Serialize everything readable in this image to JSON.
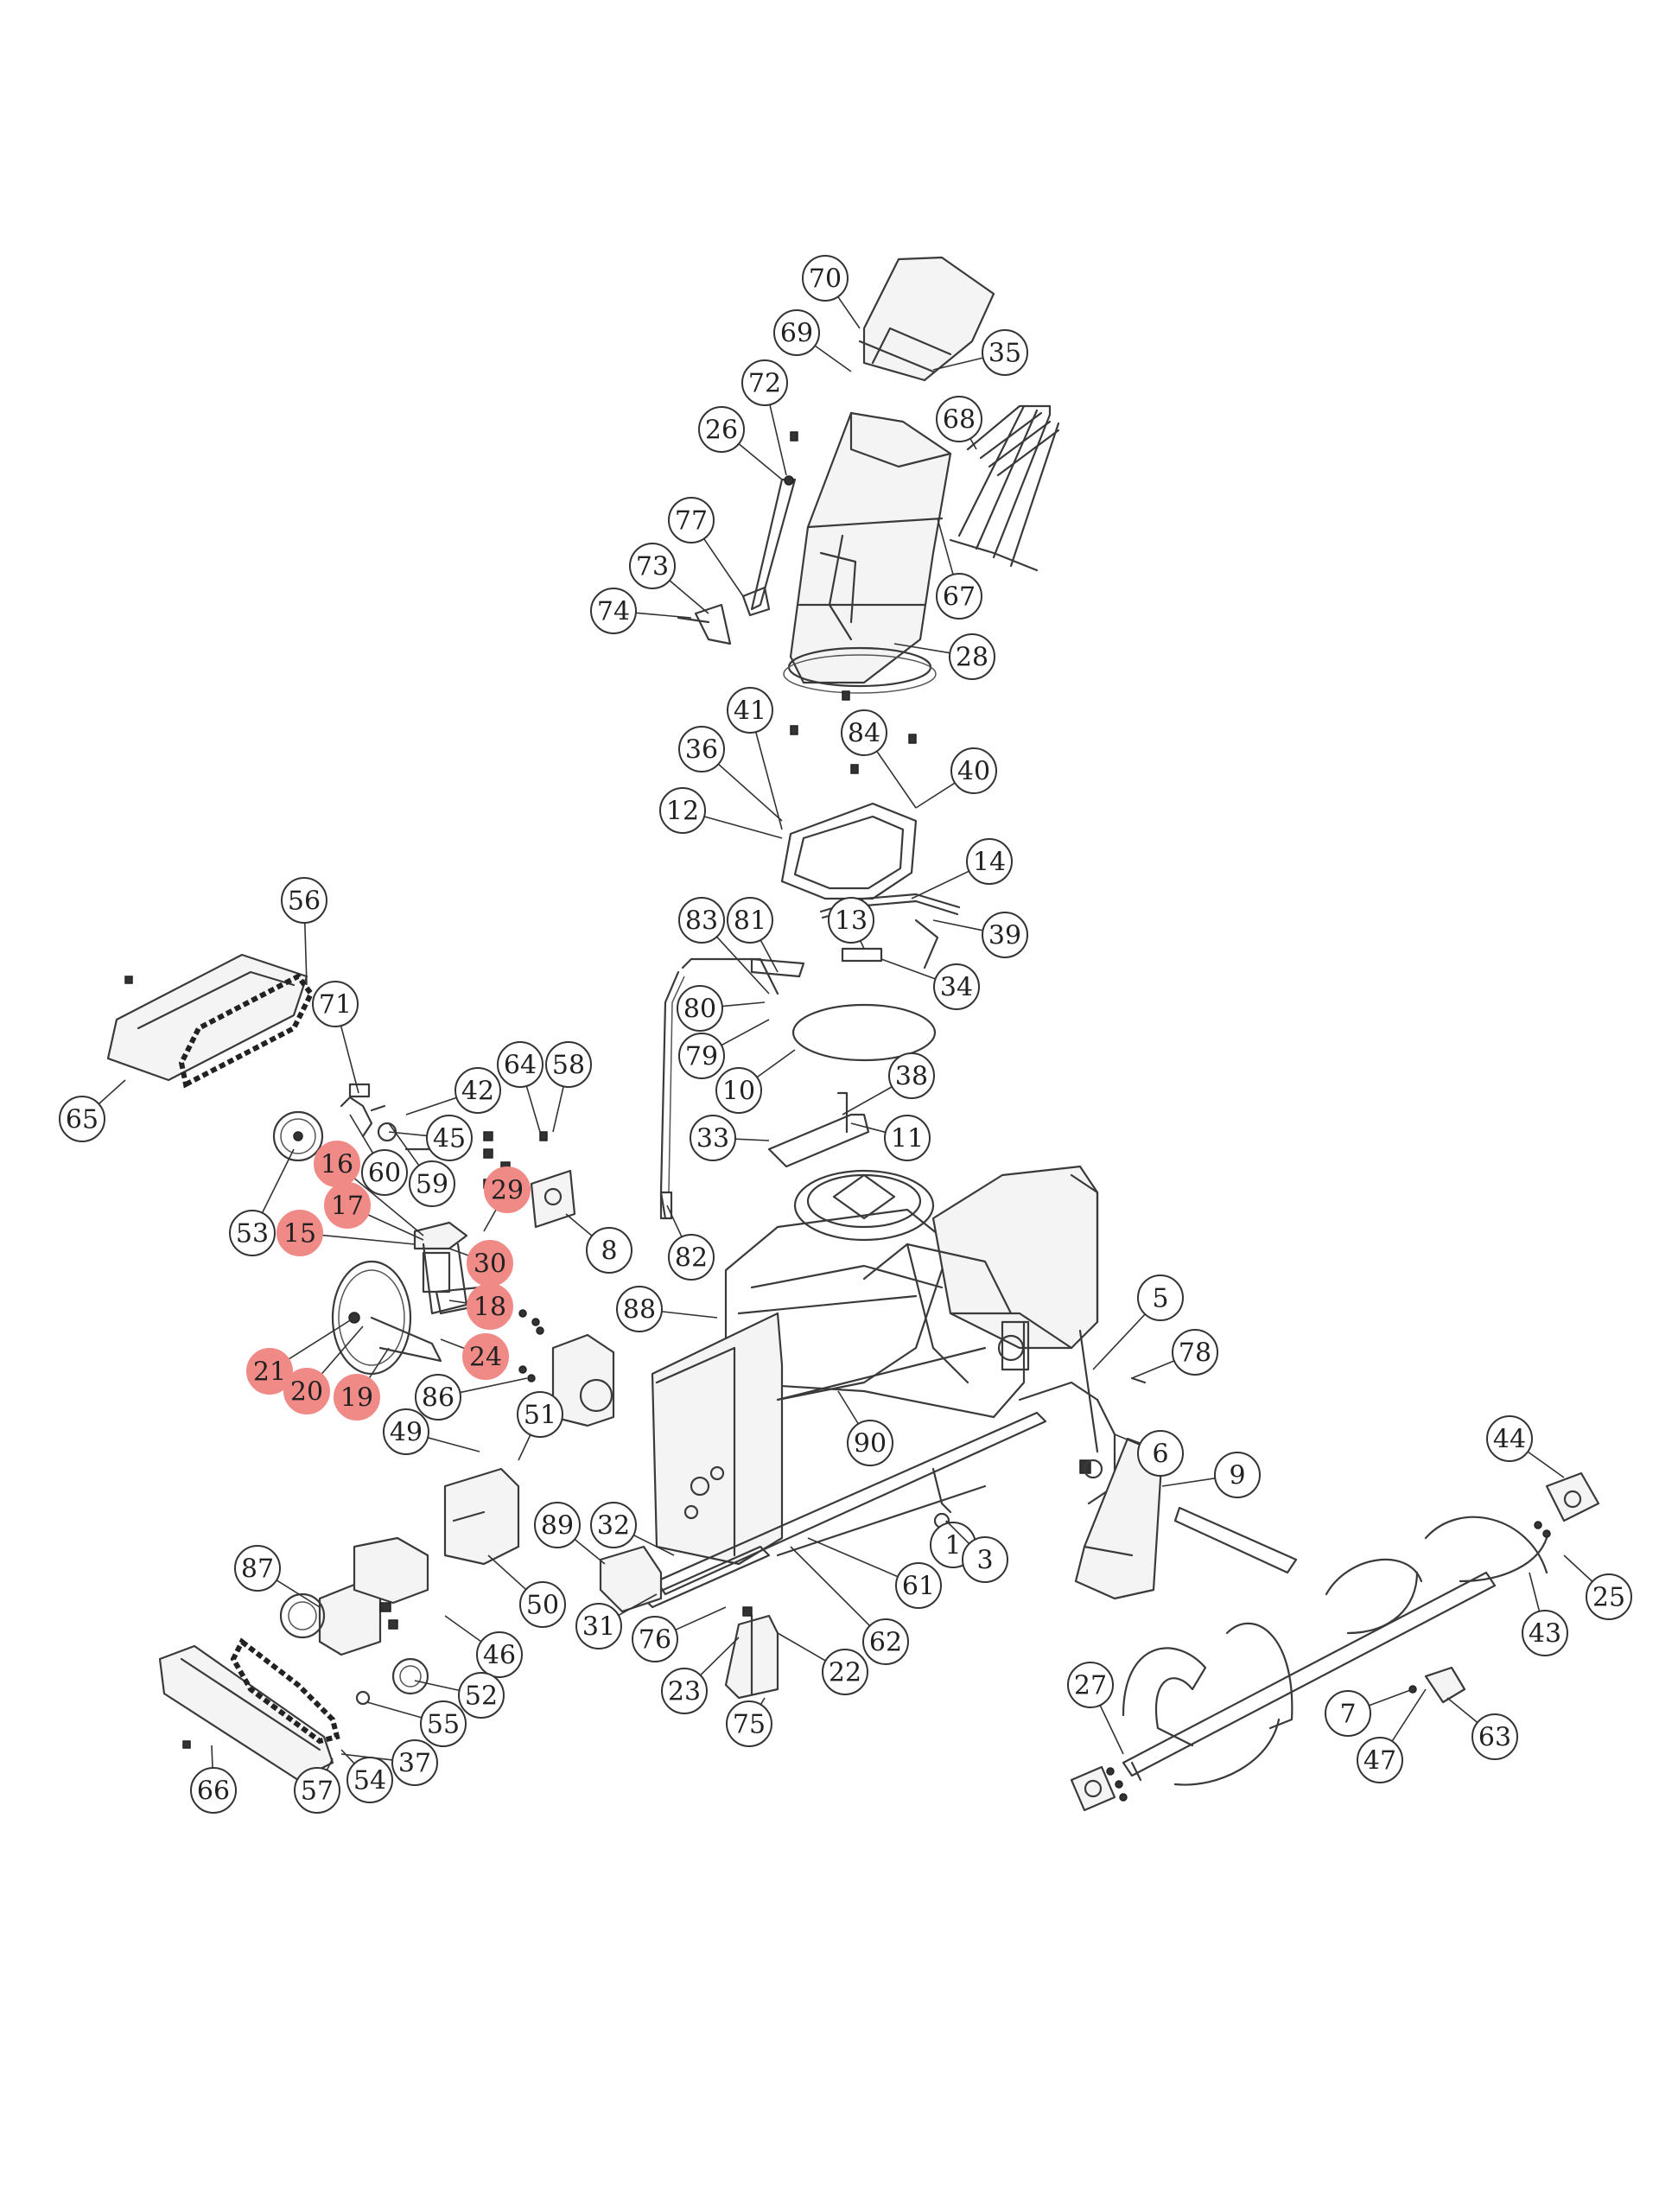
{
  "diagram": {
    "highlight_color": "#f08a87",
    "callouts": [
      {
        "label": "70",
        "hl": false
      },
      {
        "label": "69",
        "hl": false
      },
      {
        "label": "35",
        "hl": false
      },
      {
        "label": "72",
        "hl": false
      },
      {
        "label": "26",
        "hl": false
      },
      {
        "label": "68",
        "hl": false
      },
      {
        "label": "77",
        "hl": false
      },
      {
        "label": "73",
        "hl": false
      },
      {
        "label": "74",
        "hl": false
      },
      {
        "label": "67",
        "hl": false
      },
      {
        "label": "28",
        "hl": false
      },
      {
        "label": "41",
        "hl": false
      },
      {
        "label": "84",
        "hl": false
      },
      {
        "label": "36",
        "hl": false
      },
      {
        "label": "40",
        "hl": false
      },
      {
        "label": "12",
        "hl": false
      },
      {
        "label": "14",
        "hl": false
      },
      {
        "label": "83",
        "hl": false
      },
      {
        "label": "81",
        "hl": false
      },
      {
        "label": "13",
        "hl": false
      },
      {
        "label": "39",
        "hl": false
      },
      {
        "label": "34",
        "hl": false
      },
      {
        "label": "80",
        "hl": false
      },
      {
        "label": "79",
        "hl": false
      },
      {
        "label": "10",
        "hl": false
      },
      {
        "label": "38",
        "hl": false
      },
      {
        "label": "33",
        "hl": false
      },
      {
        "label": "11",
        "hl": false
      },
      {
        "label": "82",
        "hl": false
      },
      {
        "label": "56",
        "hl": false
      },
      {
        "label": "71",
        "hl": false
      },
      {
        "label": "64",
        "hl": false
      },
      {
        "label": "58",
        "hl": false
      },
      {
        "label": "42",
        "hl": false
      },
      {
        "label": "65",
        "hl": false
      },
      {
        "label": "45",
        "hl": false
      },
      {
        "label": "60",
        "hl": false
      },
      {
        "label": "59",
        "hl": false
      },
      {
        "label": "16",
        "hl": true
      },
      {
        "label": "17",
        "hl": true
      },
      {
        "label": "29",
        "hl": true
      },
      {
        "label": "53",
        "hl": false
      },
      {
        "label": "15",
        "hl": true
      },
      {
        "label": "8",
        "hl": false
      },
      {
        "label": "30",
        "hl": true
      },
      {
        "label": "18",
        "hl": true
      },
      {
        "label": "88",
        "hl": false
      },
      {
        "label": "5",
        "hl": false
      },
      {
        "label": "78",
        "hl": false
      },
      {
        "label": "21",
        "hl": true
      },
      {
        "label": "20",
        "hl": true
      },
      {
        "label": "19",
        "hl": true
      },
      {
        "label": "24",
        "hl": true
      },
      {
        "label": "86",
        "hl": false
      },
      {
        "label": "51",
        "hl": false
      },
      {
        "label": "49",
        "hl": false
      },
      {
        "label": "90",
        "hl": false
      },
      {
        "label": "6",
        "hl": false
      },
      {
        "label": "9",
        "hl": false
      },
      {
        "label": "44",
        "hl": false
      },
      {
        "label": "89",
        "hl": false
      },
      {
        "label": "32",
        "hl": false
      },
      {
        "label": "1",
        "hl": false
      },
      {
        "label": "3",
        "hl": false
      },
      {
        "label": "87",
        "hl": false
      },
      {
        "label": "50",
        "hl": false
      },
      {
        "label": "61",
        "hl": false
      },
      {
        "label": "25",
        "hl": false
      },
      {
        "label": "31",
        "hl": false
      },
      {
        "label": "76",
        "hl": false
      },
      {
        "label": "62",
        "hl": false
      },
      {
        "label": "43",
        "hl": false
      },
      {
        "label": "46",
        "hl": false
      },
      {
        "label": "22",
        "hl": false
      },
      {
        "label": "23",
        "hl": false
      },
      {
        "label": "52",
        "hl": false
      },
      {
        "label": "27",
        "hl": false
      },
      {
        "label": "55",
        "hl": false
      },
      {
        "label": "75",
        "hl": false
      },
      {
        "label": "37",
        "hl": false
      },
      {
        "label": "7",
        "hl": false
      },
      {
        "label": "63",
        "hl": false
      },
      {
        "label": "47",
        "hl": false
      },
      {
        "label": "66",
        "hl": false
      },
      {
        "label": "57",
        "hl": false
      },
      {
        "label": "54",
        "hl": false
      }
    ]
  }
}
